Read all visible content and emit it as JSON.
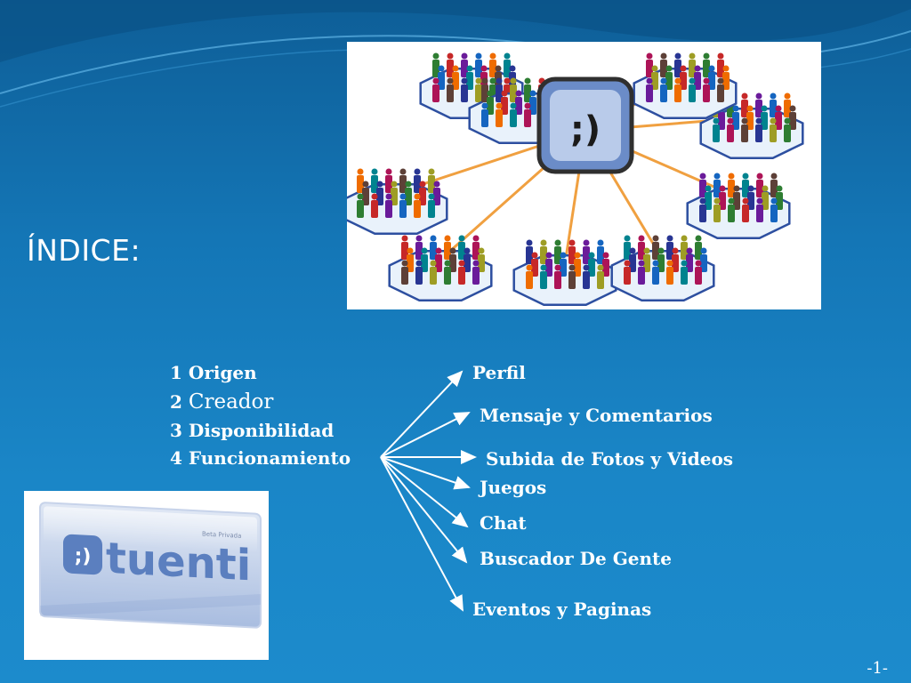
{
  "slide": {
    "title": "ÍNDICE:",
    "page_number": "-1-"
  },
  "index": {
    "items": [
      {
        "num": "1",
        "label": "Origen"
      },
      {
        "num": "2",
        "label": "Creador"
      },
      {
        "num": "3",
        "label": "Disponibilidad"
      },
      {
        "num": "4",
        "label": "Funcionamiento"
      }
    ]
  },
  "features": {
    "items": [
      "Perfil",
      "Mensaje y Comentarios",
      "Subida de Fotos y Videos",
      "Juegos",
      "Chat",
      "Buscador De Gente",
      "Eventos y Paginas"
    ]
  },
  "logo": {
    "brand": "tuenti",
    "mark": ";)",
    "beta_caption": "Beta Privada"
  },
  "network": {
    "center_mark": ";)"
  },
  "colors": {
    "background_top": "#0e5e97",
    "background_bottom": "#1c8bcc",
    "text": "#ffffff",
    "tuenti_blue": "#5b7fbf",
    "hex_outline": "#2d4fa0",
    "arrow": "#f0a040"
  }
}
